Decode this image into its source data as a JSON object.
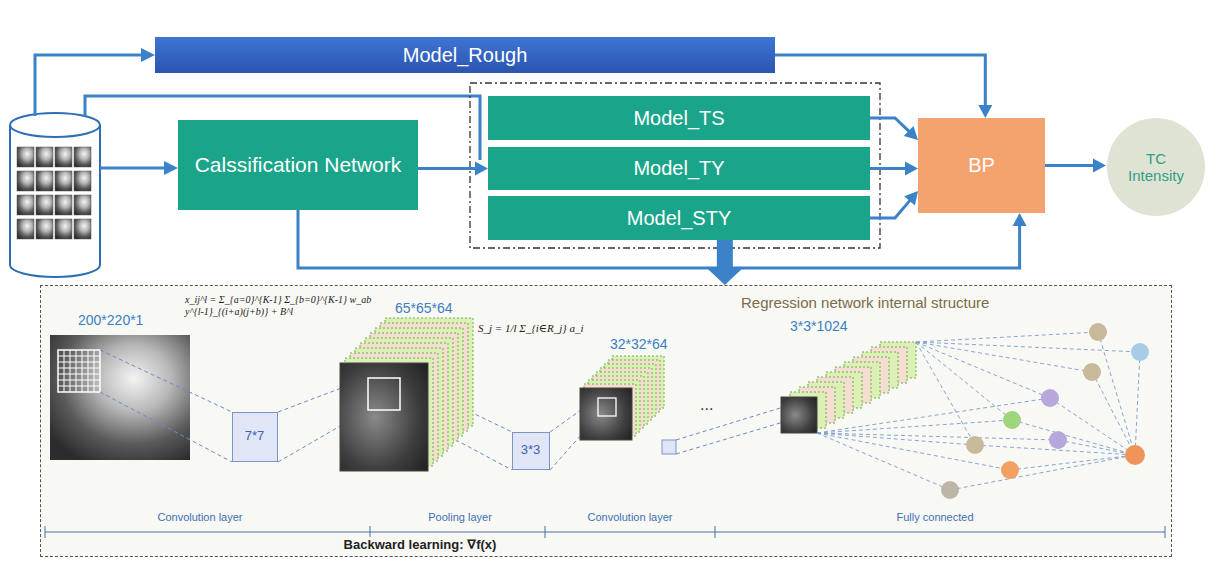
{
  "diagram": {
    "nodes": [
      {
        "text": [
          "Model_Rough"
        ]
      },
      {
        "text": [
          "Calssification Network"
        ]
      },
      {
        "text": [
          "Model_TS"
        ]
      },
      {
        "text": [
          "Model_TY"
        ]
      },
      {
        "text": [
          "Model_STY"
        ]
      },
      {
        "text": [
          "BP"
        ]
      },
      {
        "text": [
          "TC Intensity"
        ]
      },
      {
        "text": [
          "Regression network internal structure"
        ]
      },
      {
        "text": [
          "7*7"
        ],
        "in": 7
      },
      {
        "text": [
          "3*3"
        ],
        "in": 7
      }
    ],
    "edges": [
      {
        "from": 0,
        "to": 5,
        "arrow": "to"
      },
      {
        "from": 2,
        "to": 5,
        "arrow": "to"
      },
      {
        "from": 3,
        "to": 5,
        "arrow": "to"
      },
      {
        "from": 4,
        "to": 5,
        "arrow": "to"
      },
      {
        "from": 1,
        "to": 5,
        "arrow": "to"
      },
      {
        "from": 1,
        "to": 3,
        "arrow": "to"
      },
      {
        "from": 5,
        "to": 6,
        "arrow": "to"
      },
      {
        "from": 4,
        "to": 7,
        "arrow": "to"
      }
    ],
    "labels": [
      "200*220*1",
      "x_ij^l = Σ_{a=0}^{K-1} Σ_{b=0}^{K-1} w_ab y^{l-1}_{(i+a)(j+b)} + B^l",
      "65*65*64",
      "S_j = 1/l Σ_{i∈R_j} a_i",
      "32*32*64",
      "...",
      "3*3*1024",
      "Convolution layer",
      "Pooling layer",
      "Convolution layer",
      "Fully connected",
      "Backward learning: ∇f(x)"
    ]
  }
}
